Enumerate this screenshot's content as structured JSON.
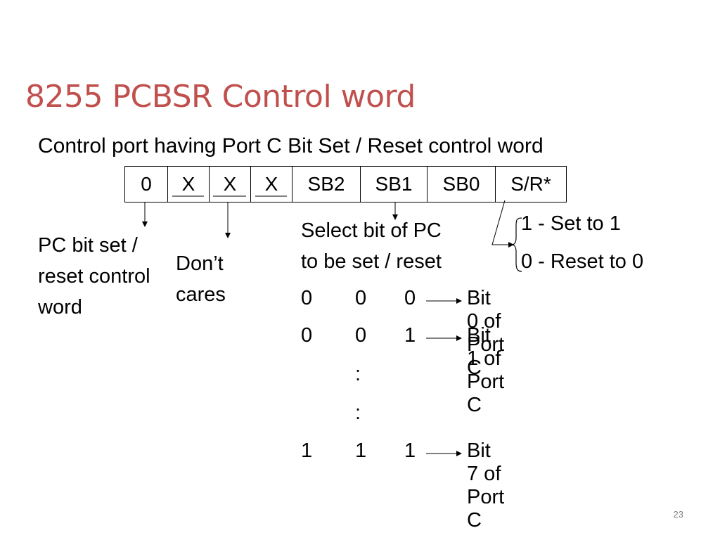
{
  "slide": {
    "title": "8255 PCBSR Control word",
    "subtitle": "Control port having Port C Bit Set / Reset control word",
    "page_number": "23"
  },
  "control_word": [
    "0",
    "X",
    "X",
    "X",
    "SB2",
    "SB1",
    "SB0",
    "S/R*"
  ],
  "labels": {
    "pc_bit_set": "PC bit set / reset control word",
    "dont_cares": "Don’t cares",
    "select_bit_line1": "Select bit of PC",
    "select_bit_line2": "to be set / reset",
    "set": "1 - Set to 1",
    "reset": "0 - Reset to 0"
  },
  "bit_rows": [
    {
      "b2": "0",
      "b1": "0",
      "b0": "0",
      "result": "Bit 0 of Port C"
    },
    {
      "b2": "0",
      "b1": "0",
      "b0": "1",
      "result": "Bit 1 of Port C"
    },
    {
      "b2": "",
      "b1": ":",
      "b0": "",
      "result": ""
    },
    {
      "b2": "",
      "b1": ":",
      "b0": "",
      "result": ""
    },
    {
      "b2": "1",
      "b1": "1",
      "b0": "1",
      "result": "Bit 7 of Port C"
    }
  ]
}
